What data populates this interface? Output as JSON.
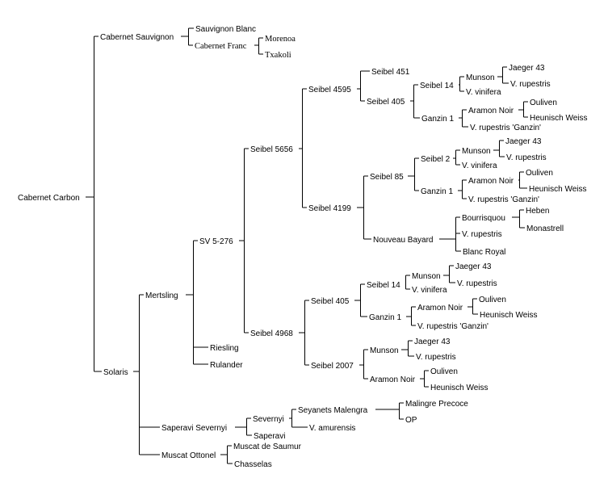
{
  "nodes": [
    {
      "id": "cabernet-carbon",
      "label": "Cabernet Carbon"
    },
    {
      "id": "cabernet-sauvignon",
      "label": "Cabernet Sauvignon"
    },
    {
      "id": "sauvignon-blanc",
      "label": "Sauvignon Blanc"
    },
    {
      "id": "cabernet-franc",
      "label": "Cabernet Franc"
    },
    {
      "id": "morenoa",
      "label": "Morenoa"
    },
    {
      "id": "txakoli",
      "label": "Txakoli"
    },
    {
      "id": "solaris",
      "label": "Solaris"
    },
    {
      "id": "mertsling",
      "label": "Mertsling"
    },
    {
      "id": "sv-5-276",
      "label": "SV 5-276"
    },
    {
      "id": "seibel-5656",
      "label": "Seibel 5656"
    },
    {
      "id": "seibel-4595",
      "label": "Seibel 4595"
    },
    {
      "id": "seibel-451",
      "label": "Seibel 451"
    },
    {
      "id": "seibel-405-a",
      "label": "Seibel 405"
    },
    {
      "id": "seibel-14-a",
      "label": "Seibel 14"
    },
    {
      "id": "munson-a",
      "label": "Munson"
    },
    {
      "id": "jaeger-43-a",
      "label": "Jaeger 43"
    },
    {
      "id": "v-rupestris-a",
      "label": "V. rupestris"
    },
    {
      "id": "v-vinifera-a",
      "label": "V. vinifera"
    },
    {
      "id": "ganzin-1-a",
      "label": "Ganzin 1"
    },
    {
      "id": "aramon-noir-a",
      "label": "Aramon Noir"
    },
    {
      "id": "ouliven-a",
      "label": "Ouliven"
    },
    {
      "id": "heunisch-weiss-a",
      "label": "Heunisch Weiss"
    },
    {
      "id": "v-rupestris-ganzin-a",
      "label": "V. rupestris 'Ganzin'"
    },
    {
      "id": "seibel-4199",
      "label": "Seibel 4199"
    },
    {
      "id": "seibel-85",
      "label": "Seibel 85"
    },
    {
      "id": "seibel-2",
      "label": "Seibel 2"
    },
    {
      "id": "munson-b",
      "label": "Munson"
    },
    {
      "id": "jaeger-43-b",
      "label": "Jaeger 43"
    },
    {
      "id": "v-rupestris-b",
      "label": "V. rupestris"
    },
    {
      "id": "v-vinifera-b",
      "label": "V. vinifera"
    },
    {
      "id": "ganzin-1-b",
      "label": "Ganzin 1"
    },
    {
      "id": "aramon-noir-b",
      "label": "Aramon Noir"
    },
    {
      "id": "ouliven-b",
      "label": "Ouliven"
    },
    {
      "id": "heunisch-weiss-b",
      "label": "Heunisch Weiss"
    },
    {
      "id": "v-rupestris-ganzin-b",
      "label": "V. rupestris 'Ganzin'"
    },
    {
      "id": "nouveau-bayard",
      "label": "Nouveau Bayard"
    },
    {
      "id": "bourrisquou",
      "label": "Bourrisquou"
    },
    {
      "id": "heben",
      "label": "Heben"
    },
    {
      "id": "monastrell",
      "label": "Monastrell"
    },
    {
      "id": "v-rupestris-c",
      "label": "V. rupestris"
    },
    {
      "id": "blanc-royal",
      "label": "Blanc Royal"
    },
    {
      "id": "seibel-4968",
      "label": "Seibel 4968"
    },
    {
      "id": "seibel-405-b",
      "label": "Seibel 405"
    },
    {
      "id": "seibel-14-b",
      "label": "Seibel 14"
    },
    {
      "id": "munson-c",
      "label": "Munson"
    },
    {
      "id": "jaeger-43-c",
      "label": "Jaeger 43"
    },
    {
      "id": "v-rupestris-d",
      "label": "V. rupestris"
    },
    {
      "id": "v-vinifera-c",
      "label": "V. vinifera"
    },
    {
      "id": "ganzin-1-c",
      "label": "Ganzin 1"
    },
    {
      "id": "aramon-noir-c",
      "label": "Aramon Noir"
    },
    {
      "id": "ouliven-c",
      "label": "Ouliven"
    },
    {
      "id": "heunisch-weiss-c",
      "label": "Heunisch Weiss"
    },
    {
      "id": "v-rupestris-ganzin-c",
      "label": "V. rupestris 'Ganzin'"
    },
    {
      "id": "seibel-2007",
      "label": "Seibel 2007"
    },
    {
      "id": "munson-d",
      "label": "Munson"
    },
    {
      "id": "jaeger-43-d",
      "label": "Jaeger 43"
    },
    {
      "id": "v-rupestris-e",
      "label": "V. rupestris"
    },
    {
      "id": "aramon-noir-d",
      "label": "Aramon Noir"
    },
    {
      "id": "ouliven-d",
      "label": "Ouliven"
    },
    {
      "id": "heunisch-weiss-d",
      "label": "Heunisch Weiss"
    },
    {
      "id": "riesling",
      "label": "Riesling"
    },
    {
      "id": "rulander",
      "label": "Rulander"
    },
    {
      "id": "saperavi-severnyi",
      "label": "Saperavi Severnyi"
    },
    {
      "id": "severnyi",
      "label": "Severnyi"
    },
    {
      "id": "seyanets-malengra",
      "label": "Seyanets Malengra"
    },
    {
      "id": "malingre-precoce",
      "label": "Malingre Precoce"
    },
    {
      "id": "op",
      "label": "OP"
    },
    {
      "id": "v-amurensis",
      "label": "V. amurensis"
    },
    {
      "id": "saperavi",
      "label": "Saperavi"
    },
    {
      "id": "muscat-ottonel",
      "label": "Muscat Ottonel"
    },
    {
      "id": "muscat-de-saumur",
      "label": "Muscat de Saumur"
    },
    {
      "id": "chasselas",
      "label": "Chasselas"
    }
  ],
  "edges": [
    [
      "cabernet-carbon",
      "cabernet-sauvignon"
    ],
    [
      "cabernet-carbon",
      "solaris"
    ],
    [
      "cabernet-sauvignon",
      "sauvignon-blanc"
    ],
    [
      "cabernet-sauvignon",
      "cabernet-franc"
    ],
    [
      "cabernet-franc",
      "morenoa"
    ],
    [
      "cabernet-franc",
      "txakoli"
    ],
    [
      "solaris",
      "mertsling"
    ],
    [
      "solaris",
      "saperavi-severnyi"
    ],
    [
      "solaris",
      "muscat-ottonel"
    ],
    [
      "mertsling",
      "sv-5-276"
    ],
    [
      "mertsling",
      "riesling"
    ],
    [
      "mertsling",
      "rulander"
    ],
    [
      "sv-5-276",
      "seibel-5656"
    ],
    [
      "sv-5-276",
      "seibel-4968"
    ],
    [
      "seibel-5656",
      "seibel-4595"
    ],
    [
      "seibel-5656",
      "seibel-4199"
    ],
    [
      "seibel-4595",
      "seibel-451"
    ],
    [
      "seibel-4595",
      "seibel-405-a"
    ],
    [
      "seibel-405-a",
      "seibel-14-a"
    ],
    [
      "seibel-405-a",
      "ganzin-1-a"
    ],
    [
      "seibel-14-a",
      "munson-a"
    ],
    [
      "seibel-14-a",
      "v-vinifera-a"
    ],
    [
      "munson-a",
      "jaeger-43-a"
    ],
    [
      "munson-a",
      "v-rupestris-a"
    ],
    [
      "ganzin-1-a",
      "aramon-noir-a"
    ],
    [
      "ganzin-1-a",
      "v-rupestris-ganzin-a"
    ],
    [
      "aramon-noir-a",
      "ouliven-a"
    ],
    [
      "aramon-noir-a",
      "heunisch-weiss-a"
    ],
    [
      "seibel-4199",
      "seibel-85"
    ],
    [
      "seibel-4199",
      "nouveau-bayard"
    ],
    [
      "seibel-85",
      "seibel-2"
    ],
    [
      "seibel-85",
      "ganzin-1-b"
    ],
    [
      "seibel-2",
      "munson-b"
    ],
    [
      "seibel-2",
      "v-vinifera-b"
    ],
    [
      "munson-b",
      "jaeger-43-b"
    ],
    [
      "munson-b",
      "v-rupestris-b"
    ],
    [
      "ganzin-1-b",
      "aramon-noir-b"
    ],
    [
      "ganzin-1-b",
      "v-rupestris-ganzin-b"
    ],
    [
      "aramon-noir-b",
      "ouliven-b"
    ],
    [
      "aramon-noir-b",
      "heunisch-weiss-b"
    ],
    [
      "nouveau-bayard",
      "bourrisquou"
    ],
    [
      "nouveau-bayard",
      "v-rupestris-c"
    ],
    [
      "nouveau-bayard",
      "blanc-royal"
    ],
    [
      "bourrisquou",
      "heben"
    ],
    [
      "bourrisquou",
      "monastrell"
    ],
    [
      "seibel-4968",
      "seibel-405-b"
    ],
    [
      "seibel-4968",
      "seibel-2007"
    ],
    [
      "seibel-405-b",
      "seibel-14-b"
    ],
    [
      "seibel-405-b",
      "ganzin-1-c"
    ],
    [
      "seibel-14-b",
      "munson-c"
    ],
    [
      "seibel-14-b",
      "v-vinifera-c"
    ],
    [
      "munson-c",
      "jaeger-43-c"
    ],
    [
      "munson-c",
      "v-rupestris-d"
    ],
    [
      "ganzin-1-c",
      "aramon-noir-c"
    ],
    [
      "ganzin-1-c",
      "v-rupestris-ganzin-c"
    ],
    [
      "aramon-noir-c",
      "ouliven-c"
    ],
    [
      "aramon-noir-c",
      "heunisch-weiss-c"
    ],
    [
      "seibel-2007",
      "munson-d"
    ],
    [
      "seibel-2007",
      "aramon-noir-d"
    ],
    [
      "munson-d",
      "jaeger-43-d"
    ],
    [
      "munson-d",
      "v-rupestris-e"
    ],
    [
      "aramon-noir-d",
      "ouliven-d"
    ],
    [
      "aramon-noir-d",
      "heunisch-weiss-d"
    ],
    [
      "saperavi-severnyi",
      "severnyi"
    ],
    [
      "saperavi-severnyi",
      "saperavi"
    ],
    [
      "severnyi",
      "seyanets-malengra"
    ],
    [
      "severnyi",
      "v-amurensis"
    ],
    [
      "seyanets-malengra",
      "malingre-precoce"
    ],
    [
      "seyanets-malengra",
      "op"
    ],
    [
      "muscat-ottonel",
      "muscat-de-saumur"
    ],
    [
      "muscat-ottonel",
      "chasselas"
    ]
  ]
}
